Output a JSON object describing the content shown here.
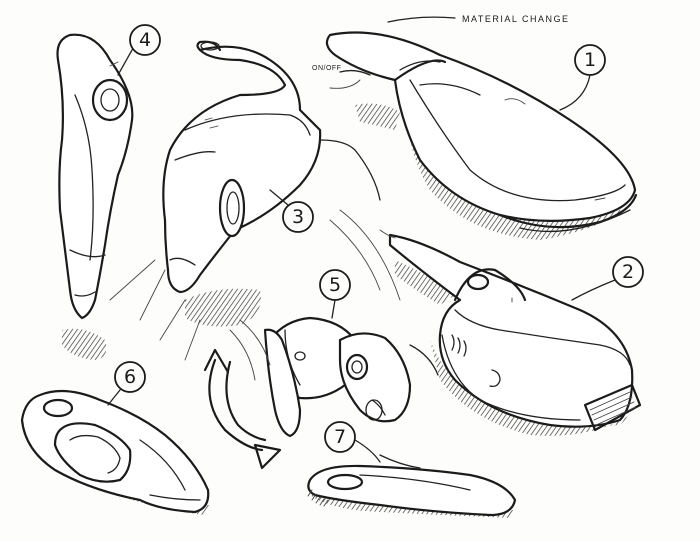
{
  "annotations": {
    "material_change": "MATERIAL CHANGE",
    "on_off": "ON/OFF"
  },
  "callouts": [
    "1",
    "2",
    "3",
    "4",
    "5",
    "6",
    "7"
  ],
  "colors": {
    "ink": "#1b1b1b",
    "paper": "#fdfdfc"
  }
}
